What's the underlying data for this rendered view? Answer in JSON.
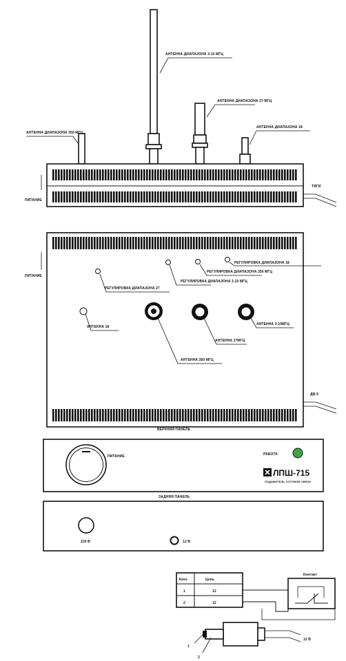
{
  "labels": {
    "antenna_3_10": "АНТЕННА ДИАПАЗОНА 3-10 МГЦ",
    "antenna_27": "АНТЕННА ДИАПАЗОНА 27 МГЦ",
    "antenna_350": "АНТЕННА ДИАПАЗОНА 350 МГЦ",
    "antenna_high": "АНТЕННА ДИАПАЗОНА 18",
    "power_top": "ПИТАНИЕ",
    "side_1": "ТЯГИ",
    "power_side": "ПИТАНИЕ",
    "regulator_1": "РЕГУЛИРОВКА ДИАПАЗОНА 350 МГЦ",
    "regulator_2": "РЕГУЛИРОВКА ДИАПАЗОНА 27",
    "regulator_3": "РЕГУЛИРОВКА ДИАПАЗОНА 3-10 МГЦ",
    "regulator_4": "РЕГУЛИРОВКА ДИАПАЗОНА 18",
    "antenna_18": "АНТЕННА 18",
    "antenna_350_conn": "АНТЕННА 350 МГЦ",
    "antenna_27_conn": "АНТЕННА 27МГЦ",
    "antenna_3_10_conn": "АНТЕННА 3-10МГЦ",
    "side_2": "ДВ-5",
    "top_panel": "ВЕРХНЯЯ ПАНЕЛЬ",
    "power_knob": "ПИТАНИЕ",
    "work": "РАБОТА",
    "model": "ЛПШ-715",
    "model_sub": "ПОДАВИТЕЛЬ СОТОВОЙ СВЯЗИ",
    "front_panel": "ЗАДНЯЯ ПАНЕЛЬ",
    "power_220": "220 В",
    "power_12v": "12 В",
    "table_header_1": "Конт.",
    "table_header_2": "Цепь",
    "table_rows": [
      {
        "contact": "1",
        "circuit": "12"
      },
      {
        "contact": "2",
        "circuit": "12"
      }
    ],
    "switch_label": "Контакт",
    "plug_1": "1",
    "plug_2": "2",
    "plug_cable": "12 В"
  },
  "colors": {
    "led": "#3aa64a",
    "line": "#111111"
  },
  "icons": {
    "vent_grille": "vent-grille-icon",
    "knob": "knob-icon",
    "connector": "coax-connector-icon",
    "led": "led-icon",
    "logo": "device-logo-icon"
  }
}
